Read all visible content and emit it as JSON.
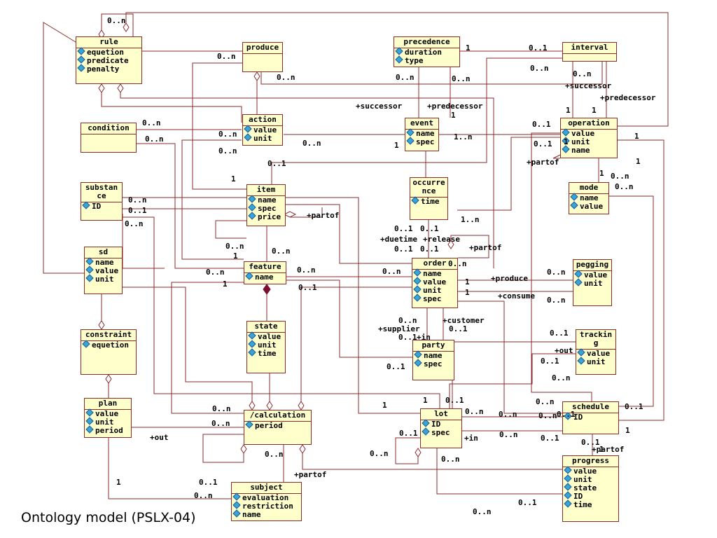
{
  "caption": "Ontology model (PSLX-04)",
  "classes": [
    {
      "id": "rule",
      "name": "rule",
      "attrs": [
        "equetion",
        "predicate",
        "penalty"
      ]
    },
    {
      "id": "produce",
      "name": "produce",
      "attrs": []
    },
    {
      "id": "precedence",
      "name": "precedence",
      "attrs": [
        "duration",
        "type"
      ]
    },
    {
      "id": "interval",
      "name": "interval",
      "attrs": []
    },
    {
      "id": "condition",
      "name": "condition",
      "attrs": []
    },
    {
      "id": "action",
      "name": "action",
      "attrs": [
        "value",
        "unit"
      ]
    },
    {
      "id": "event",
      "name": "event",
      "attrs": [
        "name",
        "spec"
      ]
    },
    {
      "id": "operation",
      "name": "operation",
      "attrs": [
        "value",
        "unit",
        "name"
      ]
    },
    {
      "id": "substance",
      "name": "substan\nce",
      "attrs": [
        "ID"
      ]
    },
    {
      "id": "item",
      "name": "item",
      "attrs": [
        "name",
        "spec",
        "price"
      ]
    },
    {
      "id": "occurrence",
      "name": "occurre\nnce",
      "attrs": [
        "time"
      ]
    },
    {
      "id": "mode",
      "name": "mode",
      "attrs": [
        "name",
        "value"
      ]
    },
    {
      "id": "sd",
      "name": "sd",
      "attrs": [
        "name",
        "value",
        "unit"
      ]
    },
    {
      "id": "feature",
      "name": "feature",
      "attrs": [
        "name"
      ]
    },
    {
      "id": "order",
      "name": "order",
      "attrs": [
        "name",
        "value",
        "unit",
        "spec"
      ]
    },
    {
      "id": "pegging",
      "name": "pegging",
      "attrs": [
        "value",
        "unit"
      ]
    },
    {
      "id": "constraint",
      "name": "constraint",
      "attrs": [
        "equetion"
      ]
    },
    {
      "id": "state",
      "name": "state",
      "attrs": [
        "value",
        "unit",
        "time"
      ]
    },
    {
      "id": "party",
      "name": "party",
      "attrs": [
        "name",
        "spec"
      ]
    },
    {
      "id": "tracking",
      "name": "trackin\ng",
      "attrs": [
        "value",
        "unit"
      ]
    },
    {
      "id": "plan",
      "name": "plan",
      "attrs": [
        "value",
        "unit",
        "period"
      ]
    },
    {
      "id": "calculation",
      "name": "/calculation",
      "attrs": [
        "period"
      ]
    },
    {
      "id": "lot",
      "name": "lot",
      "attrs": [
        "ID",
        "spec"
      ]
    },
    {
      "id": "schedule",
      "name": "schedule",
      "attrs": [
        "ID"
      ]
    },
    {
      "id": "subject",
      "name": "subject",
      "attrs": [
        "evaluation",
        "restriction",
        "name"
      ]
    },
    {
      "id": "progress",
      "name": "progress",
      "attrs": [
        "value",
        "unit",
        "state",
        "ID",
        "time"
      ]
    }
  ],
  "labels": [
    "0..n",
    "0..n",
    "0..n",
    "1",
    "0..1",
    "0..n",
    "0..n",
    "0..n",
    "0..n",
    "+successor",
    "+predecessor",
    "+successor",
    "+predecessor",
    "1",
    "1",
    "1",
    "0..n",
    "0..n",
    "0..n",
    "0..n",
    "0..n",
    "1..n",
    "1",
    "0..1",
    "1",
    "1",
    "0..1",
    "+partof",
    "1",
    "1",
    "0..n",
    "0..n",
    "0..n",
    "0..1",
    "1",
    "0..1",
    "0..n",
    "+partof",
    "0..1",
    "0..1",
    "1..n",
    "+duetime",
    "+release",
    "0..1",
    "0..1",
    "+partof",
    "0..n",
    "1",
    "0..n",
    "0..n",
    "0..n",
    "0..n",
    "1",
    "0..1",
    "+produce",
    "0..n",
    "1",
    "+consume",
    "0..n",
    "1",
    "0..n",
    "0..n",
    "+customer",
    "+supplier",
    "0..1",
    "0..1",
    "+in",
    "0..1",
    "+out",
    "0..1",
    "0..1",
    "0..n",
    "0..n",
    "1",
    "1",
    "0..1",
    "0..n",
    "+out",
    "0..n",
    "0..n",
    "0..n",
    "0..1",
    "0..n",
    "+in",
    "0..n",
    "0..1",
    "0..1",
    "0..n",
    "1",
    "+partof",
    "0..1",
    "1",
    "0..n",
    "0..n",
    "+partof",
    "0..n",
    "1",
    "0..1",
    "0..1",
    "0..n",
    "0..1"
  ]
}
